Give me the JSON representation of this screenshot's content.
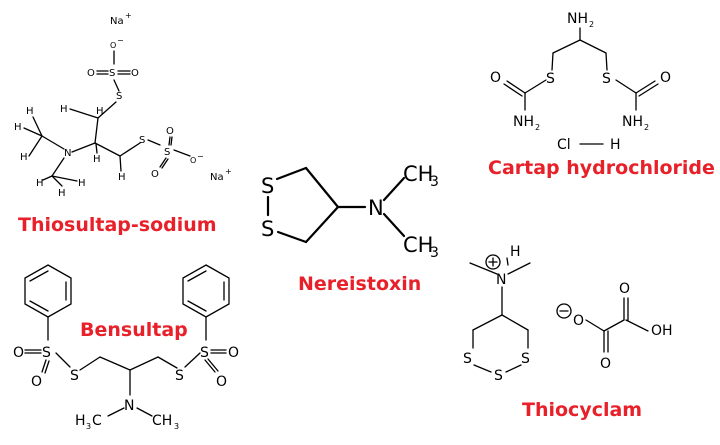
{
  "compounds": {
    "thiosultap": {
      "name": "Thiosultap-sodium",
      "na1": "Na",
      "na2": "Na"
    },
    "cartap": {
      "name": "Cartap hydrochloride",
      "hcl_cl": "Cl",
      "hcl_h": "H"
    },
    "nereistoxin": {
      "name": "Nereistoxin"
    },
    "bensultap": {
      "name": "Bensultap"
    },
    "thiocyclam": {
      "name": "Thiocyclam"
    }
  },
  "colors": {
    "caption": "#e8202a",
    "structure": "#000000"
  }
}
